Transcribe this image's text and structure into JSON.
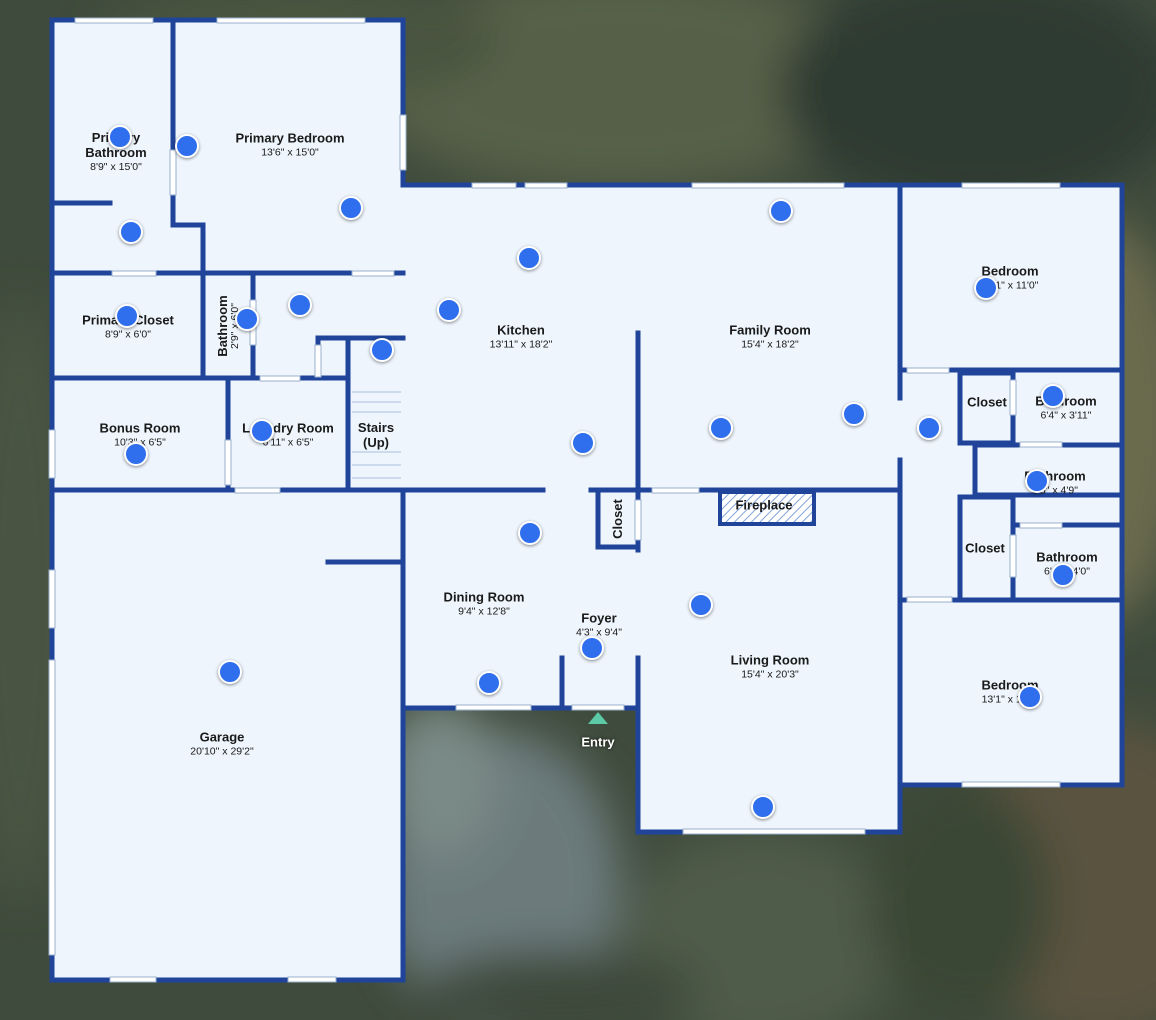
{
  "colors": {
    "wall": "#1f449a",
    "floor": "#eef5fc",
    "hotspot": "#2f6fee",
    "entry_marker": "#5cc9a7"
  },
  "rooms": {
    "primary_bathroom": {
      "name": "Primary Bathroom",
      "dims": "8'9\" x 15'0\""
    },
    "primary_bedroom": {
      "name": "Primary Bedroom",
      "dims": "13'6\" x 15'0\""
    },
    "primary_closet": {
      "name": "Primary Closet",
      "dims": "8'9\" x 6'0\""
    },
    "hall_bathroom": {
      "name": "Bathroom",
      "dims": "2'9\" x 6'0\""
    },
    "bonus_room": {
      "name": "Bonus Room",
      "dims": "10'3\" x 6'5\""
    },
    "laundry_room": {
      "name": "Laundry Room",
      "dims": "6'11\" x 6'5\""
    },
    "stairs": {
      "name": "Stairs",
      "note": "(Up)"
    },
    "kitchen": {
      "name": "Kitchen",
      "dims": "13'11\" x 18'2\""
    },
    "family_room": {
      "name": "Family Room",
      "dims": "15'4\" x 18'2\""
    },
    "bedroom_ne": {
      "name": "Bedroom",
      "dims": "13'1\" x 11'0\""
    },
    "closet_e1": {
      "name": "Closet"
    },
    "bathroom_e1": {
      "name": "Bathroom",
      "dims": "6'4\" x 3'11\""
    },
    "bathroom_e2": {
      "name": "Bathroom",
      "dims": "6'5\" x 4'9\""
    },
    "closet_e2": {
      "name": "Closet"
    },
    "bathroom_e3": {
      "name": "Bathroom",
      "dims": "6'4\" x 4'0\""
    },
    "closet_foyer": {
      "name": "Closet"
    },
    "fireplace": {
      "name": "Fireplace"
    },
    "dining_room": {
      "name": "Dining Room",
      "dims": "9'4\" x 12'8\""
    },
    "foyer": {
      "name": "Foyer",
      "dims": "4'3\" x 9'4\""
    },
    "living_room": {
      "name": "Living Room",
      "dims": "15'4\" x 20'3\""
    },
    "bedroom_se": {
      "name": "Bedroom",
      "dims": "13'1\" x 11'0\""
    },
    "garage": {
      "name": "Garage",
      "dims": "20'10\" x 29'2\""
    }
  },
  "entry": {
    "label": "Entry"
  }
}
